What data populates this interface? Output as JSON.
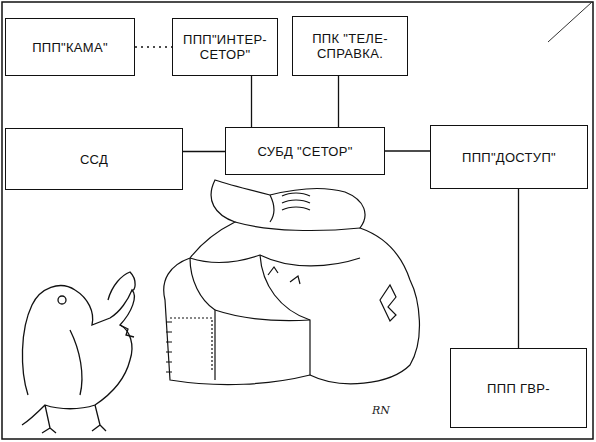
{
  "diagram": {
    "nodes": [
      {
        "text": [
          "ППП\"КАМА\""
        ]
      },
      {
        "text": [
          "ППП\"ИНТЕР- СЕТОР\""
        ]
      },
      {
        "text": [
          "ППК \"ТЕЛЕ- СПРАВКА."
        ]
      },
      {
        "text": [
          "ССД"
        ]
      },
      {
        "text": [
          "СУБД \"СЕТОР\""
        ]
      },
      {
        "text": [
          "ППП\"ДОСТУП\""
        ]
      },
      {
        "text": [
          "ППП ГВР-"
        ]
      }
    ],
    "edges": [
      {
        "from": 0,
        "to": 1,
        "arrow": "none"
      },
      {
        "from": 1,
        "to": 4,
        "arrow": "none"
      },
      {
        "from": 2,
        "to": 4,
        "arrow": "none"
      },
      {
        "from": 3,
        "to": 4,
        "arrow": "none"
      },
      {
        "from": 4,
        "to": 5,
        "arrow": "none"
      },
      {
        "from": 5,
        "to": 6,
        "arrow": "none"
      }
    ],
    "labels": [
      "RN"
    ]
  }
}
